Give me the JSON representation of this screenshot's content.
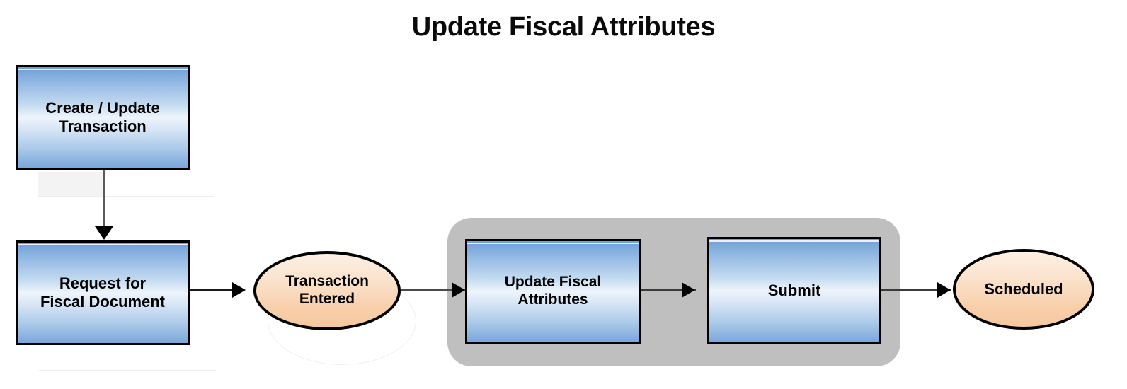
{
  "diagram": {
    "title": "Update Fiscal Attributes",
    "type": "flowchart",
    "colors": {
      "process_fill_top": "#6f9fd8",
      "process_fill_mid": "#eef4fb",
      "process_border": "#000000",
      "state_fill_top": "#fdf0e4",
      "state_fill_bottom": "#f6c79e",
      "state_border": "#000000",
      "group_fill": "#bfbfbf",
      "connector": "#000000",
      "background": "#ffffff",
      "title_color": "#0a0a0a"
    },
    "nodes": [
      {
        "id": "create-update-transaction",
        "shape": "rectangle",
        "label": "Create / Update\nTransaction",
        "role": "process"
      },
      {
        "id": "request-for-fiscal-document",
        "shape": "rectangle",
        "label": "Request for\nFiscal Document",
        "role": "process"
      },
      {
        "id": "transaction-entered",
        "shape": "ellipse",
        "label": "Transaction\nEntered",
        "role": "state"
      },
      {
        "id": "update-fiscal-attributes",
        "shape": "rectangle",
        "label": "Update Fiscal\nAttributes",
        "role": "process"
      },
      {
        "id": "submit",
        "shape": "rectangle",
        "label": "Submit",
        "role": "process"
      },
      {
        "id": "scheduled",
        "shape": "ellipse",
        "label": "Scheduled",
        "role": "state"
      }
    ],
    "group": {
      "id": "fiscal-attributes-group",
      "label": "",
      "contains": [
        "update-fiscal-attributes",
        "submit"
      ]
    },
    "edges": [
      {
        "from": "create-update-transaction",
        "to": "request-for-fiscal-document",
        "label": "",
        "direction": "down"
      },
      {
        "from": "request-for-fiscal-document",
        "to": "transaction-entered",
        "label": "",
        "direction": "right"
      },
      {
        "from": "transaction-entered",
        "to": "update-fiscal-attributes",
        "label": "",
        "direction": "right"
      },
      {
        "from": "update-fiscal-attributes",
        "to": "submit",
        "label": "",
        "direction": "right"
      },
      {
        "from": "submit",
        "to": "scheduled",
        "label": "",
        "direction": "right"
      }
    ]
  }
}
